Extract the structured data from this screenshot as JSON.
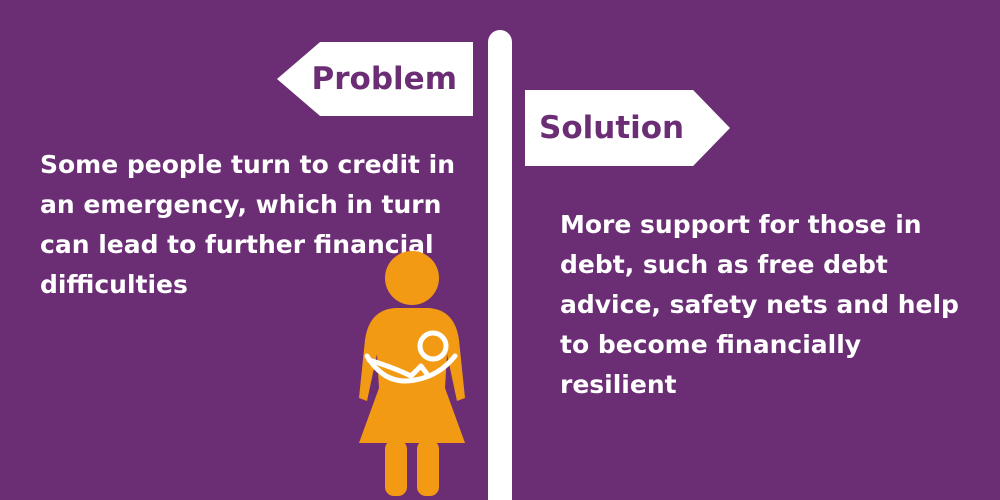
{
  "signpost": {
    "left_label": "Problem",
    "right_label": "Solution"
  },
  "problem_text": "Some people turn to credit in an emergency, which in turn can lead to further financial difficulties",
  "solution_text": "More support for those in debt, such as free debt advice, safety nets and help to become financially resilient",
  "colors": {
    "background": "#6b2e75",
    "sign": "#ffffff",
    "figure": "#f39a14"
  },
  "icons": {
    "figure": "mother-with-baby-icon"
  }
}
